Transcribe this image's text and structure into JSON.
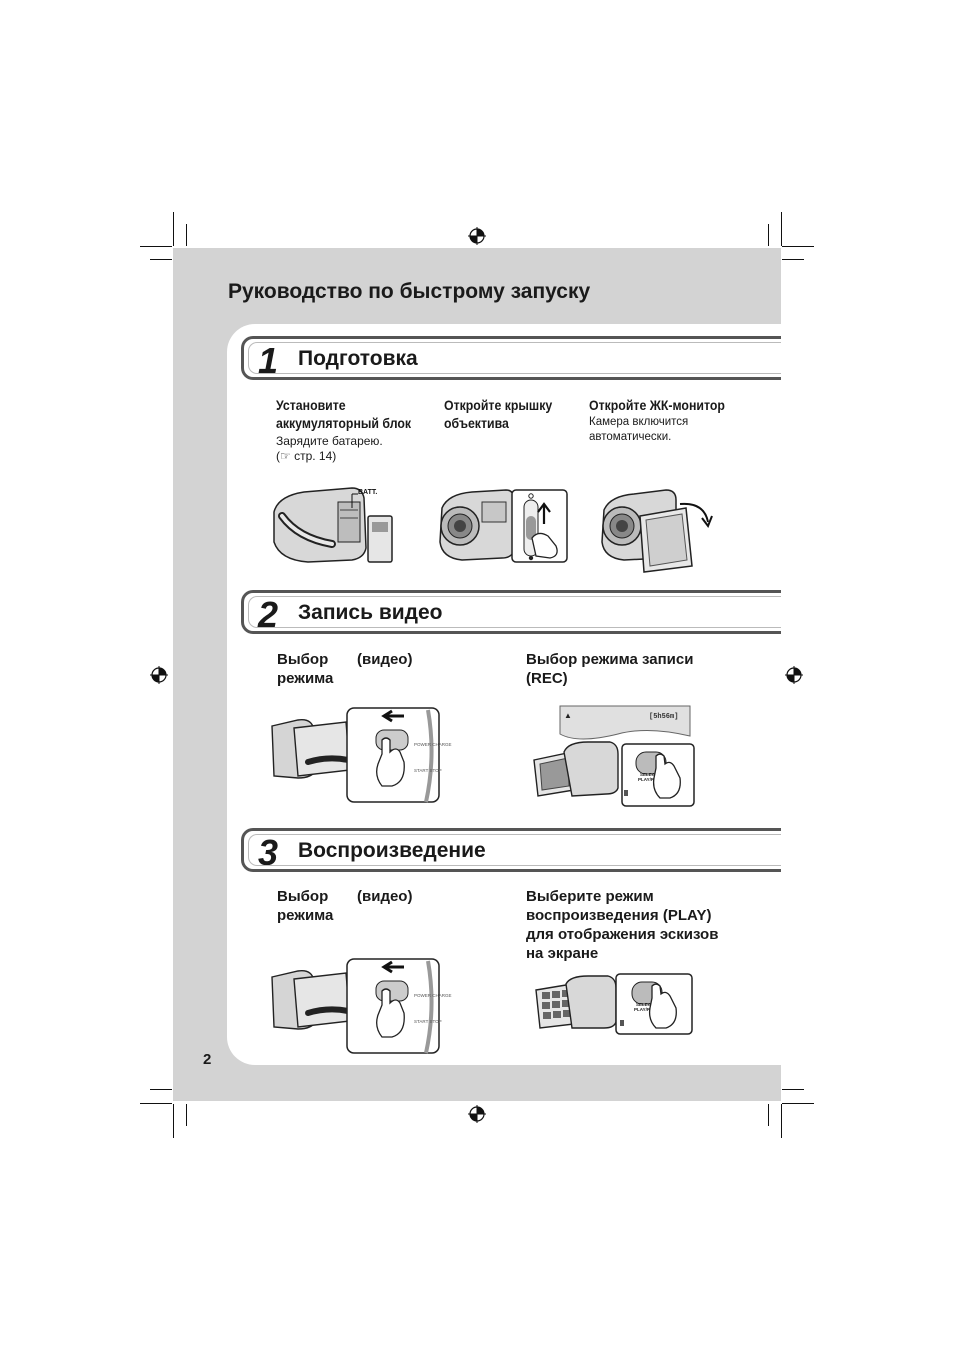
{
  "page": {
    "title": "Руководство по быстрому запуску",
    "page_number": "2"
  },
  "sections": [
    {
      "number": "1",
      "title": "Подготовка",
      "steps": [
        {
          "heading_lines": [
            "Установите",
            "аккумуляторный блок"
          ],
          "note_lines": [
            "Зарядите батарею.",
            "(☞ стр. 14)"
          ],
          "figure_label": "BATT."
        },
        {
          "heading_lines": [
            "Откройте крышку",
            "объектива"
          ],
          "note_lines": []
        },
        {
          "heading_lines": [
            "Откройте ЖК-монитор"
          ],
          "note_lines": [
            "Камера включится",
            "автоматически."
          ]
        }
      ]
    },
    {
      "number": "2",
      "title": "Запись видео",
      "steps": [
        {
          "heading_lines": [
            "Выбор",
            "режима"
          ],
          "heading_extra": "(видео)"
        },
        {
          "heading_lines": [
            "Выбор режима записи",
            "(REC)"
          ],
          "screen_readout": "[5h56m]"
        }
      ]
    },
    {
      "number": "3",
      "title": "Воспроизведение",
      "steps": [
        {
          "heading_lines": [
            "Выбор",
            "режима"
          ],
          "heading_extra": "(видео)"
        },
        {
          "heading_lines": [
            "Выберите режим",
            "воспроизведения (PLAY)",
            "для отображения эскизов",
            "на экране"
          ]
        }
      ]
    }
  ],
  "figure_labels": {
    "select_button": "SELECT",
    "play_rec": "PLAY/REC",
    "power_charge": "POWER CHARGE",
    "start_stop": "START STOP"
  }
}
